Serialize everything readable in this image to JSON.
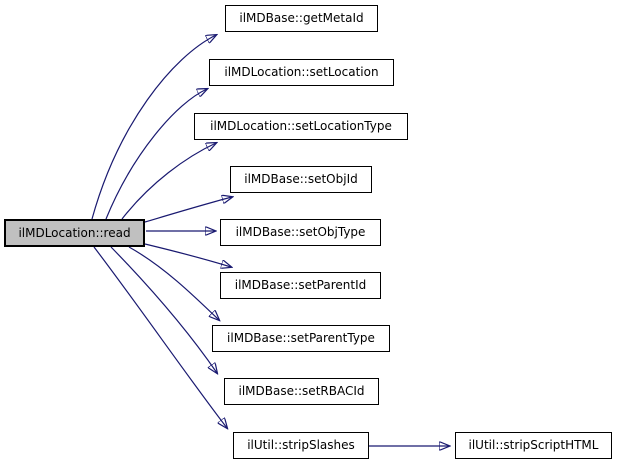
{
  "diagram": {
    "kind": "call-graph",
    "nodes": [
      {
        "id": "read",
        "label": "ilMDLocation::read",
        "root": true
      },
      {
        "id": "getMetaId",
        "label": "ilMDBase::getMetaId",
        "root": false
      },
      {
        "id": "setLocation",
        "label": "ilMDLocation::setLocation",
        "root": false
      },
      {
        "id": "setLocationType",
        "label": "ilMDLocation::setLocationType",
        "root": false
      },
      {
        "id": "setObjId",
        "label": "ilMDBase::setObjId",
        "root": false
      },
      {
        "id": "setObjType",
        "label": "ilMDBase::setObjType",
        "root": false
      },
      {
        "id": "setParentId",
        "label": "ilMDBase::setParentId",
        "root": false
      },
      {
        "id": "setParentType",
        "label": "ilMDBase::setParentType",
        "root": false
      },
      {
        "id": "setRBACId",
        "label": "ilMDBase::setRBACId",
        "root": false
      },
      {
        "id": "stripSlashes",
        "label": "ilUtil::stripSlashes",
        "root": false
      },
      {
        "id": "stripScriptHTML",
        "label": "ilUtil::stripScriptHTML",
        "root": false
      }
    ],
    "edges": [
      {
        "from": "ilMDLocation::read",
        "to": "ilMDBase::getMetaId"
      },
      {
        "from": "ilMDLocation::read",
        "to": "ilMDLocation::setLocation"
      },
      {
        "from": "ilMDLocation::read",
        "to": "ilMDLocation::setLocationType"
      },
      {
        "from": "ilMDLocation::read",
        "to": "ilMDBase::setObjId"
      },
      {
        "from": "ilMDLocation::read",
        "to": "ilMDBase::setObjType"
      },
      {
        "from": "ilMDLocation::read",
        "to": "ilMDBase::setParentId"
      },
      {
        "from": "ilMDLocation::read",
        "to": "ilMDBase::setParentType"
      },
      {
        "from": "ilMDLocation::read",
        "to": "ilMDBase::setRBACId"
      },
      {
        "from": "ilMDLocation::read",
        "to": "ilUtil::stripSlashes"
      },
      {
        "from": "ilUtil::stripSlashes",
        "to": "ilUtil::stripScriptHTML"
      }
    ],
    "colors": {
      "edge": "#191970",
      "node_border": "#000000",
      "node_fill": "#ffffff",
      "root_fill": "#c0c0c0",
      "background": "#ffffff"
    }
  }
}
